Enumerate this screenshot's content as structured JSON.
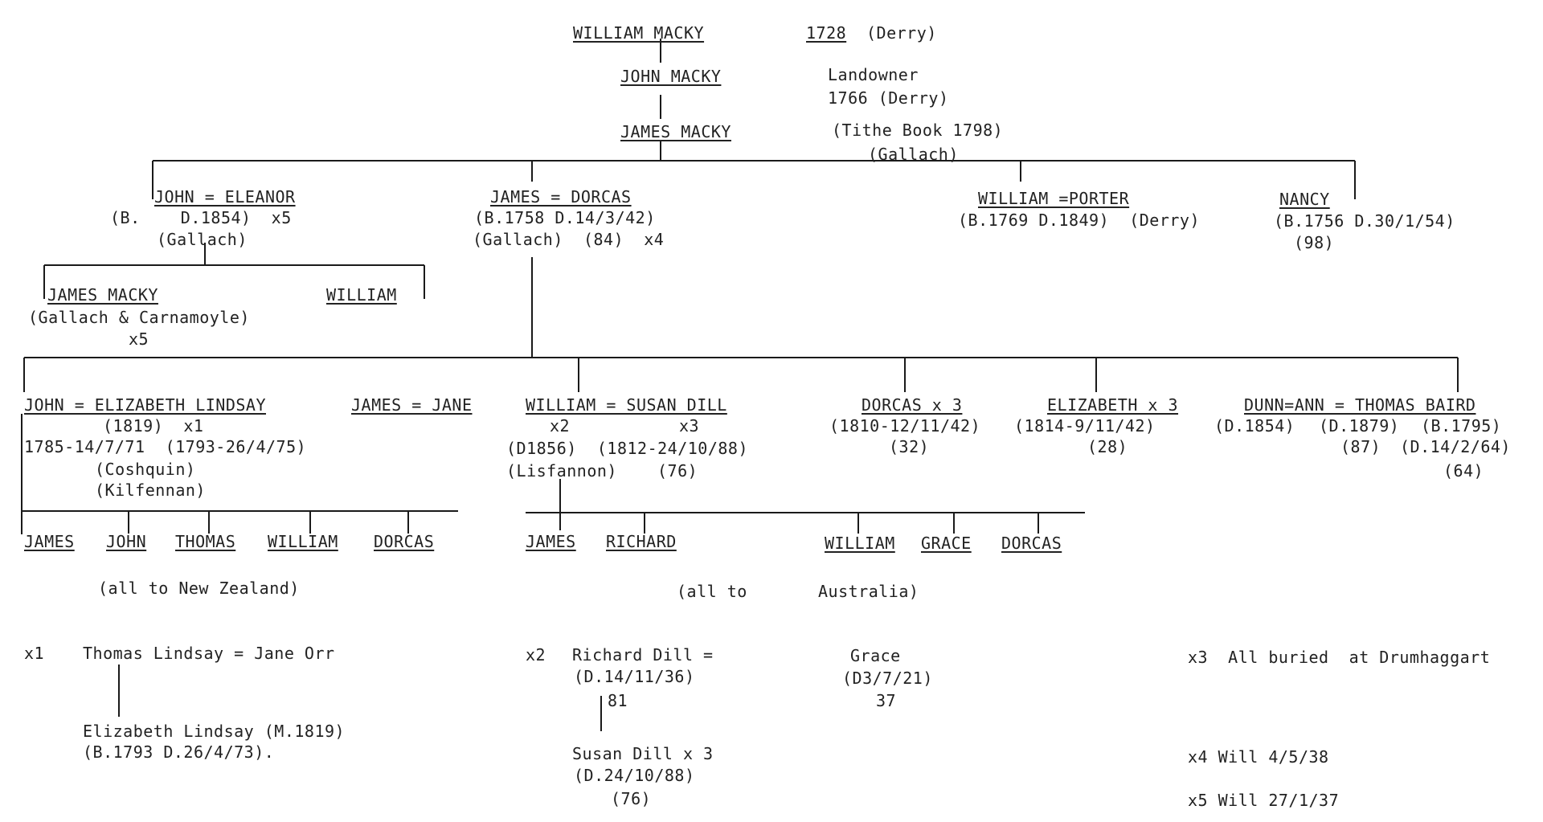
{
  "tree": {
    "root": {
      "name": "WILLIAM MACKY",
      "year": "1728",
      "place": "(Derry)"
    },
    "gen2": {
      "name": "JOHN MACKY",
      "note1": "Landowner",
      "note2": "1766 (Derry)"
    },
    "gen3": {
      "name": "JAMES MACKY",
      "note1": "(Tithe Book 1798)",
      "note2": "(Gallach)"
    },
    "john_eleanor": {
      "name": "JOHN = ELEANOR",
      "dates": "(B.    D.1854)  x5",
      "place": "(Gallach)"
    },
    "james_dorcas": {
      "name": "JAMES = DORCAS",
      "dates": "(B.1758 D.14/3/42)",
      "place": "(Gallach)  (84)  x4"
    },
    "william_porter": {
      "name": "WILLIAM =PORTER",
      "dates": "(B.1769 D.1849)  (Derry)"
    },
    "nancy": {
      "name": "NANCY",
      "dates": "(B.1756 D.30/1/54)",
      "age": "(98)"
    },
    "james_macky2": {
      "name": "JAMES MACKY",
      "place": "(Gallach & Carnamoyle)",
      "note": "x5"
    },
    "william2": {
      "name": "WILLIAM"
    },
    "john_elizabeth": {
      "name": "JOHN = ELIZABETH LINDSAY",
      "l1": "(1819)  x1",
      "l2": "1785-14/7/71  (1793-26/4/75)",
      "l3": "(Coshquin)",
      "l4": "(Kilfennan)"
    },
    "james_jane": {
      "name": "JAMES = JANE"
    },
    "william_susan": {
      "name": "WILLIAM = SUSAN DILL",
      "l1": "x2",
      "l1b": "x3",
      "l2": "(D1856)  (1812-24/10/88)",
      "l3": "(Lisfannon)",
      "l3b": "(76)"
    },
    "dorcas": {
      "name": "DORCAS x 3",
      "l1": "(1810-12/11/42)",
      "l2": "(32)"
    },
    "elizabeth": {
      "name": "ELIZABETH x 3",
      "l1": "(1814-9/11/42)",
      "l2": "(28)"
    },
    "dunn_ann": {
      "name": "DUNN=ANN = THOMAS BAIRD",
      "l1a": "(D.1854)",
      "l1b": "(D.1879)",
      "l1c": "(B.1795)",
      "l2a": "(87)",
      "l2b": "(D.14/2/64)",
      "l3": "(64)"
    },
    "nz_children": [
      "JAMES",
      "JOHN",
      "THOMAS",
      "WILLIAM",
      "DORCAS"
    ],
    "nz_note": "(all to New Zealand)",
    "au_children": [
      "JAMES",
      "RICHARD",
      "WILLIAM",
      "GRACE",
      "DORCAS"
    ],
    "au_note_a": "(all to",
    "au_note_b": "Australia)"
  },
  "footnotes": {
    "x1_tag": "x1",
    "x1_line": "Thomas Lindsay = Jane Orr",
    "x1_child1": "Elizabeth Lindsay (M.1819)",
    "x1_child2": "(B.1793 D.26/4/73).",
    "x2_tag": "x2",
    "x2_name": "Richard Dill =",
    "x2_d": "(D.14/11/36)",
    "x2_age": "81",
    "x2_spouse": "Grace",
    "x2_spouse_d": "(D3/7/21)",
    "x2_spouse_age": "37",
    "x2_child": "Susan Dill x 3",
    "x2_child_d": "(D.24/10/88)",
    "x2_child_age": "(76)",
    "x3": "x3  All buried  at Drumhaggart",
    "x4": "x4 Will 4/5/38",
    "x5": "x5 Will 27/1/37"
  }
}
